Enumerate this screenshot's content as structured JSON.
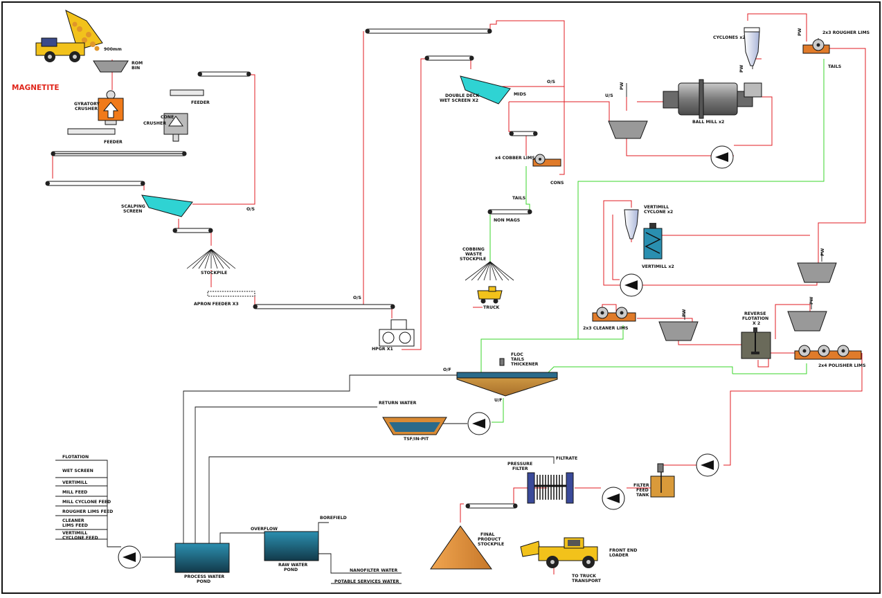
{
  "title": "MAGNETITE",
  "labels": {
    "rom_size": "900mm",
    "rom_bin": [
      "ROM",
      "BIN"
    ],
    "gyratory_crusher": [
      "GYRATORY",
      "CRUSHER"
    ],
    "feeder_1": "FEEDER",
    "cone_crusher": [
      "CONE",
      "CRUSHER"
    ],
    "feeder_2": "FEEDER",
    "scalping_screen": [
      "SCALPING",
      "SCREEN"
    ],
    "os_1": "O/S",
    "stockpile": "STOCKPILE",
    "apron_feeder": "APRON FEEDER X3",
    "os_2": "O/S",
    "hpgr": "HPGR X1",
    "double_deck": [
      "DOUBLE DECK",
      "WET SCREEN X2"
    ],
    "os_3": "O/S",
    "mids": "MIDS",
    "us": "U/S",
    "pw_1": "PW",
    "cobber_lims": "x4 COBBER LIMS",
    "cons": "CONS",
    "tails_1": "TAILS",
    "non_mags": "NON MAGS",
    "cobbing_waste": [
      "COBBING",
      "WASTE",
      "STOCKPILE"
    ],
    "truck": "TRUCK",
    "cyclones": "CYCLONES x2",
    "pw_2": "PW",
    "ball_mill": "BALL MILL x2",
    "pw_3": "PW",
    "rougher_lims": "2x3 ROUGHER LIMS",
    "tails_2": "TAILS",
    "vertimill_cyclone": [
      "VERTIMILL",
      "CYCLONE x2"
    ],
    "vertimill": "VERTIMILL x2",
    "pw_4": "PW",
    "cleaner_lims": "2x3 CLEANER LIMS",
    "pw_5": "PW",
    "reverse_flotation": [
      "REVERSE",
      "FLOTATION",
      "X 2"
    ],
    "pw_6": "PW",
    "polisher_lims": "2x4 POLISHER LIMS",
    "floc": "FLOC",
    "tails_thickener": [
      "TAILS",
      "THICKENER"
    ],
    "of": "O/F",
    "uf": "U/F",
    "return_water": "RETURN WATER",
    "tsf": "TSF/IN-PIT",
    "pressure_filter": [
      "PRESSURE",
      "FILTER"
    ],
    "filtrate": "FILTRATE",
    "filter_feed_tank": [
      "FILTER",
      "FEED",
      "TANK"
    ],
    "final_product": [
      "FINAL",
      "PRODUCT",
      "STOCKPILE"
    ],
    "front_end_loader": [
      "FRONT END",
      "LOADER"
    ],
    "to_truck": [
      "TO TRUCK",
      "TRANSPORT"
    ],
    "process_water_pond": [
      "PROCESS WATER",
      "POND"
    ],
    "raw_water_pond": [
      "RAW WATER",
      "POND"
    ],
    "overflow": "OVERFLOW",
    "borefield": "BOREFIELD",
    "nanofilter_water": "NANOFILTER WATER",
    "potable_water": "POTABLE SERVICES WATER"
  },
  "water_users": [
    "FLOTATION",
    "WET SCREEN",
    "VERTIMILL",
    "MILL FEED",
    "MILL CYCLONE FEED",
    "ROUGHER LIMS FEED",
    "CLEANER",
    "LIMS FEED",
    "VERTIMILL",
    "CYCLONE FEED"
  ],
  "colors": {
    "slurry_line": "#e01b22",
    "tails_line": "#39d62a",
    "water_line": "#111111",
    "screen": "#2fd3d3",
    "crusher": "#f07a1a",
    "lims": "#e07b2a",
    "stockpile": "#d98a34",
    "pond_water": "#1f6f8f",
    "truck": "#f2c21b",
    "title": "#e0261b"
  }
}
